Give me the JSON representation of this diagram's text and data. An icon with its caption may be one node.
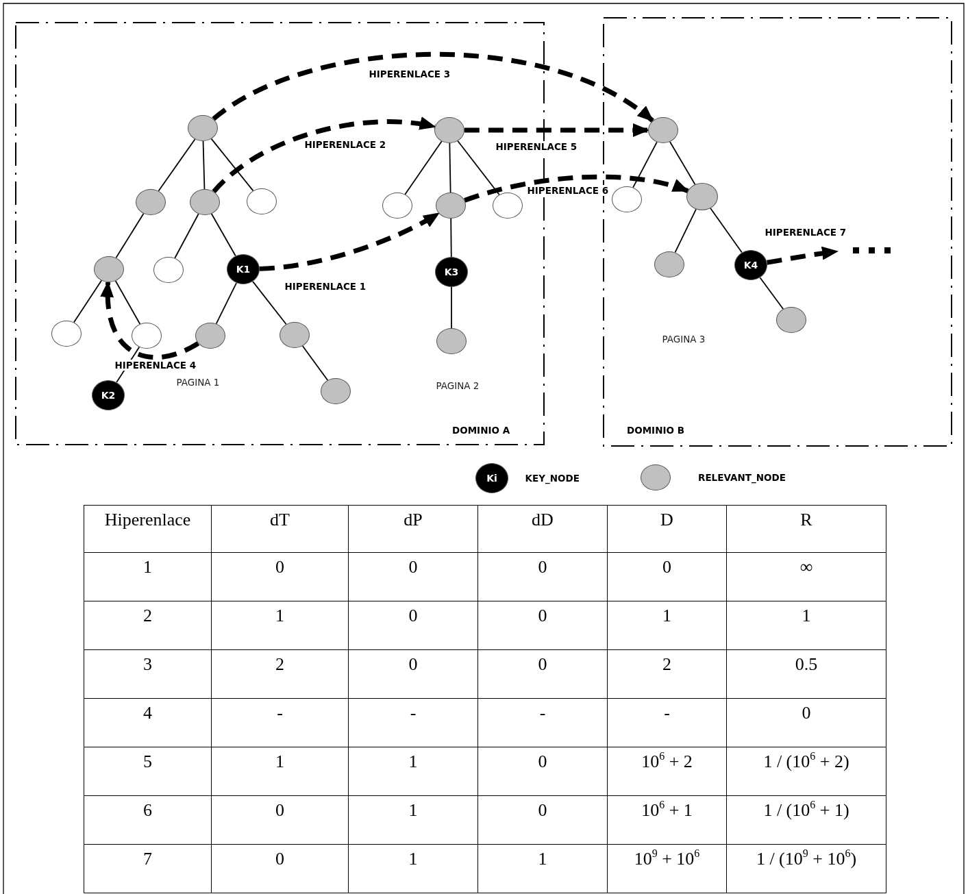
{
  "diagram": {
    "nodes": [
      {
        "text": [
          "DOMINIO A"
        ]
      },
      {
        "text": [
          "DOMINIO B"
        ]
      },
      {
        "text": [],
        "shape": "circle",
        "in": 0
      },
      {
        "text": [],
        "shape": "circle",
        "in": 0
      },
      {
        "text": [],
        "shape": "circle",
        "in": 0
      },
      {
        "text": [],
        "shape": "circle",
        "in": 0
      },
      {
        "text": [],
        "shape": "circle",
        "in": 0
      },
      {
        "text": [],
        "shape": "circle",
        "in": 0
      },
      {
        "text": [
          "K1"
        ],
        "in": 0
      },
      {
        "text": [],
        "shape": "circle",
        "in": 0
      },
      {
        "text": [],
        "shape": "circle",
        "in": 0
      },
      {
        "text": [],
        "shape": "circle",
        "in": 0
      },
      {
        "text": [],
        "shape": "circle",
        "in": 0
      },
      {
        "text": [
          "K2"
        ],
        "in": 0
      },
      {
        "text": [],
        "shape": "circle",
        "in": 0
      },
      {
        "text": [],
        "shape": "circle",
        "in": 0
      },
      {
        "text": [],
        "shape": "circle",
        "in": 0
      },
      {
        "text": [],
        "shape": "circle",
        "in": 0
      },
      {
        "text": [],
        "shape": "circle",
        "in": 0
      },
      {
        "text": [
          "K3"
        ],
        "in": 0
      },
      {
        "text": [],
        "shape": "circle",
        "in": 0
      },
      {
        "text": [],
        "shape": "circle",
        "in": 1
      },
      {
        "text": [],
        "shape": "circle",
        "in": 1
      },
      {
        "text": [],
        "shape": "circle",
        "in": 1
      },
      {
        "text": [],
        "shape": "circle",
        "in": 1
      },
      {
        "text": [
          "K4"
        ],
        "in": 1
      },
      {
        "text": [],
        "shape": "circle",
        "in": 1
      }
    ],
    "edges": [
      {
        "from": 2,
        "to": 3,
        "arrow": "none"
      },
      {
        "from": 2,
        "to": 4,
        "arrow": "none"
      },
      {
        "from": 2,
        "to": 5,
        "arrow": "none"
      },
      {
        "from": 3,
        "to": 6,
        "arrow": "none"
      },
      {
        "from": 4,
        "to": 7,
        "arrow": "none"
      },
      {
        "from": 4,
        "to": 8,
        "arrow": "none"
      },
      {
        "from": 6,
        "to": 9,
        "arrow": "none"
      },
      {
        "from": 6,
        "to": 10,
        "arrow": "none"
      },
      {
        "from": 10,
        "to": 13,
        "arrow": "none"
      },
      {
        "from": 8,
        "to": 11,
        "arrow": "none"
      },
      {
        "from": 8,
        "to": 12,
        "arrow": "none"
      },
      {
        "from": 12,
        "to": 14,
        "arrow": "none"
      },
      {
        "from": 15,
        "to": 16,
        "arrow": "none"
      },
      {
        "from": 15,
        "to": 17,
        "arrow": "none"
      },
      {
        "from": 15,
        "to": 18,
        "arrow": "none"
      },
      {
        "from": 17,
        "to": 19,
        "arrow": "none"
      },
      {
        "from": 19,
        "to": 20,
        "arrow": "none"
      },
      {
        "from": 21,
        "to": 22,
        "arrow": "none"
      },
      {
        "from": 21,
        "to": 23,
        "arrow": "none"
      },
      {
        "from": 23,
        "to": 24,
        "arrow": "none"
      },
      {
        "from": 23,
        "to": 25,
        "arrow": "none"
      },
      {
        "from": 25,
        "to": 26,
        "arrow": "none"
      },
      {
        "from": 8,
        "to": 17,
        "arrow": "to",
        "style": "dashed",
        "label": "HIPERENLACE 1"
      },
      {
        "from": 4,
        "to": 15,
        "arrow": "to",
        "style": "dashed",
        "label": "HIPERENLACE 2"
      },
      {
        "from": 2,
        "to": 21,
        "arrow": "to",
        "style": "dashed",
        "label": "HIPERENLACE 3"
      },
      {
        "from": 11,
        "to": 6,
        "arrow": "to",
        "style": "dashed",
        "label": "HIPERENLACE 4"
      },
      {
        "from": 15,
        "to": 21,
        "arrow": "to",
        "style": "dashed",
        "label": "HIPERENLACE 5"
      },
      {
        "from": 17,
        "to": 23,
        "arrow": "to",
        "style": "dashed",
        "label": "HIPERENLACE 6"
      },
      {
        "from": 25,
        "to": null,
        "arrow": "to",
        "style": "dashed",
        "label": "HIPERENLACE 7"
      }
    ],
    "labels": [
      "PAGINA 1",
      "PAGINA 2",
      "PAGINA 3",
      "Ki",
      "Hiperenlace",
      "dT",
      "dP",
      "dD",
      "D",
      "R",
      "1",
      "0",
      "0",
      "0",
      "0",
      "∞",
      "2",
      "1",
      "0",
      "0",
      "1",
      "1",
      "3",
      "2",
      "0",
      "0",
      "2",
      "0.5",
      "4",
      "-",
      "-",
      "-",
      "-",
      "0",
      "5",
      "1",
      "1",
      "0",
      "10$^{6}$ + 2",
      "1 / (10$^{6}$ + 2)",
      "6",
      "0",
      "1",
      "0",
      "10$^{6}$ + 1",
      "1 / (10$^{6}$ + 1)",
      "7",
      "0",
      "1",
      "1",
      "10$^{9}$ + 10$^{6}$",
      "1 / (10$^{9}$ + 10$^{6}$)"
    ],
    "legend": [
      {
        "text": "KEY_NODE",
        "color": "#000000"
      },
      {
        "text": "RELEVANT_NODE",
        "color": "#c0c0c0"
      }
    ]
  }
}
